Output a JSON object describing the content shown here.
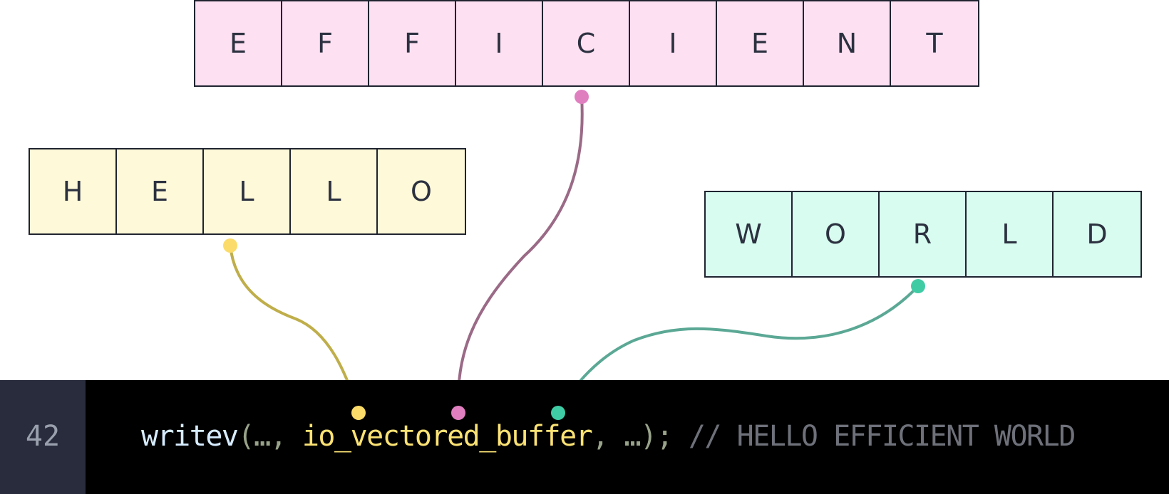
{
  "buffers": {
    "efficient": {
      "letters": [
        "E",
        "F",
        "F",
        "I",
        "C",
        "I",
        "E",
        "N",
        "T"
      ],
      "fill": "#fde0f2",
      "link_color": "#9a6a86",
      "dot_color": "#e07fc0"
    },
    "hello": {
      "letters": [
        "H",
        "E",
        "L",
        "L",
        "O"
      ],
      "fill": "#fef9d8",
      "link_color": "#bfae4a",
      "dot_color": "#fbdc6a"
    },
    "world": {
      "letters": [
        "W",
        "O",
        "R",
        "L",
        "D"
      ],
      "fill": "#d8fdf0",
      "link_color": "#5ba895",
      "dot_color": "#3fcca5"
    }
  },
  "code": {
    "line_number": "42",
    "function": "writev",
    "open": "(…, ",
    "argument": "io_vectored_buffer",
    "close": ", …);",
    "comment": "// HELLO EFFICIENT WORLD"
  }
}
